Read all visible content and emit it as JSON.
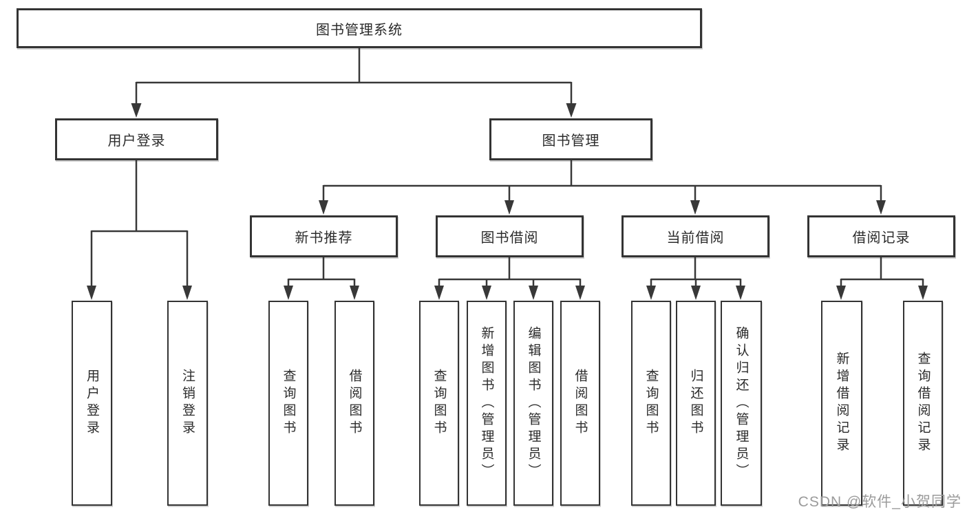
{
  "diagram": {
    "title": "图书管理系统",
    "type": "functional-structure-tree",
    "colors": {
      "background": "#ffffff",
      "box_border": "#333333",
      "line": "#383838",
      "text": "#2b2b2b",
      "watermark": "#9b9b9b"
    },
    "tree": {
      "root": "图书管理系统",
      "children": [
        {
          "label": "用户登录",
          "children": [
            {
              "label": "用户登录"
            },
            {
              "label": "注销登录"
            }
          ]
        },
        {
          "label": "图书管理",
          "children": [
            {
              "label": "新书推荐",
              "children": [
                {
                  "label": "查询图书"
                },
                {
                  "label": "借阅图书"
                }
              ]
            },
            {
              "label": "图书借阅",
              "children": [
                {
                  "label": "查询图书"
                },
                {
                  "label": "新增图书（管理员）"
                },
                {
                  "label": "编辑图书（管理员）"
                },
                {
                  "label": "借阅图书"
                }
              ]
            },
            {
              "label": "当前借阅",
              "children": [
                {
                  "label": "查询图书"
                },
                {
                  "label": "归还图书"
                },
                {
                  "label": "确认归还（管理员）"
                }
              ]
            },
            {
              "label": "借阅记录",
              "children": [
                {
                  "label": "新增借阅记录"
                },
                {
                  "label": "查询借阅记录"
                }
              ]
            }
          ]
        }
      ]
    },
    "watermark": "CSDN @软件_小贺同学"
  }
}
